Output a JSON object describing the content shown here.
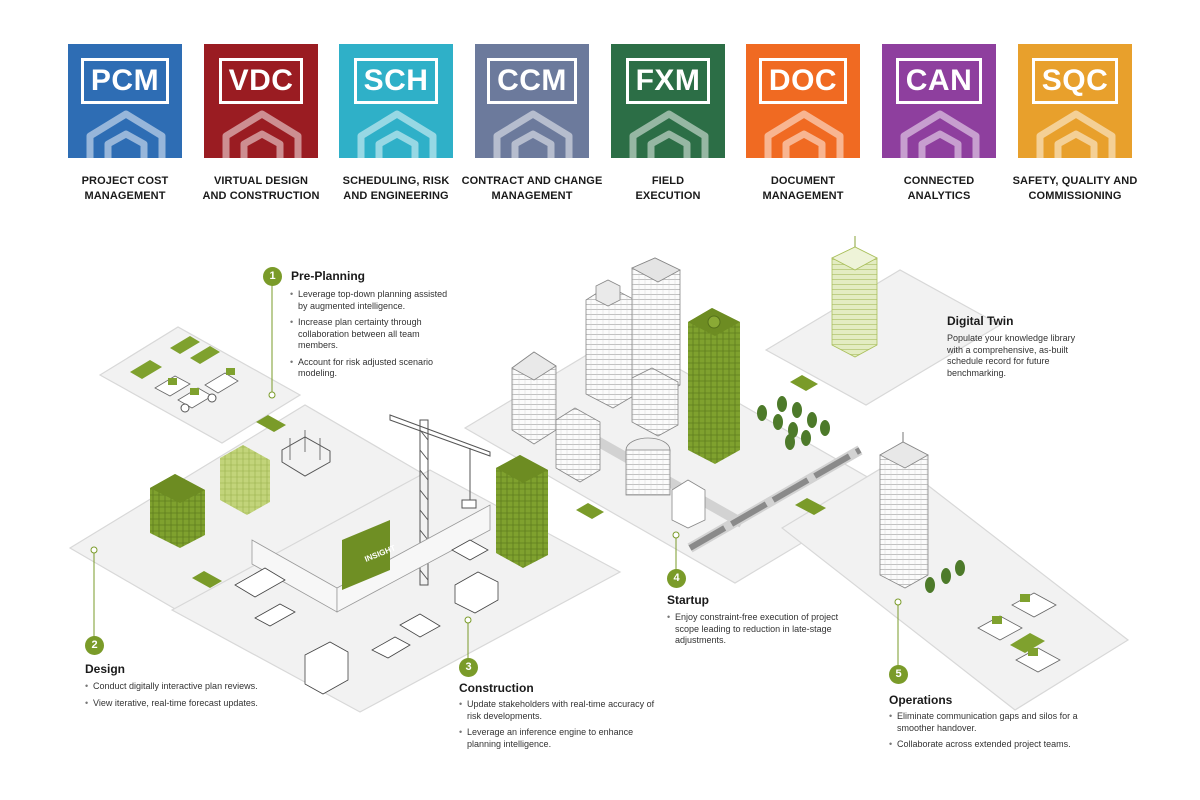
{
  "modules": [
    {
      "code": "PCM",
      "name_l1": "PROJECT COST",
      "name_l2": "MANAGEMENT",
      "color": "#2e6db4"
    },
    {
      "code": "VDC",
      "name_l1": "VIRTUAL DESIGN",
      "name_l2": "AND CONSTRUCTION",
      "color": "#9a1c22"
    },
    {
      "code": "SCH",
      "name_l1": "SCHEDULING, RISK",
      "name_l2": "AND ENGINEERING",
      "color": "#2fb0c8"
    },
    {
      "code": "CCM",
      "name_l1": "CONTRACT AND CHANGE",
      "name_l2": "MANAGEMENT",
      "color": "#6c7a9c"
    },
    {
      "code": "FXM",
      "name_l1": "FIELD",
      "name_l2": "EXECUTION",
      "color": "#2c6e46"
    },
    {
      "code": "DOC",
      "name_l1": "DOCUMENT",
      "name_l2": "MANAGEMENT",
      "color": "#f06a22"
    },
    {
      "code": "CAN",
      "name_l1": "CONNECTED",
      "name_l2": "ANALYTICS",
      "color": "#8e3f9e"
    },
    {
      "code": "SQC",
      "name_l1": "SAFETY, QUALITY AND",
      "name_l2": "COMMISSIONING",
      "color": "#e8a02c"
    }
  ],
  "stages": {
    "preplanning": {
      "number": "1",
      "title": "Pre-Planning",
      "bullets": [
        "Leverage top-down planning assisted by augmented intelligence.",
        "Increase plan certainty through collaboration between all team members.",
        "Account for risk adjusted scenario modeling."
      ]
    },
    "design": {
      "number": "2",
      "title": "Design",
      "bullets": [
        "Conduct digitally interactive plan reviews.",
        "View iterative, real-time forecast updates."
      ]
    },
    "construction": {
      "number": "3",
      "title": "Construction",
      "bullets": [
        "Update stakeholders with real-time accuracy of risk developments.",
        "Leverage an inference engine to enhance planning intelligence."
      ]
    },
    "startup": {
      "number": "4",
      "title": "Startup",
      "bullets": [
        "Enjoy constraint-free execution of project scope leading to reduction in late-stage adjustments."
      ]
    },
    "operations": {
      "number": "5",
      "title": "Operations",
      "bullets": [
        "Eliminate communication gaps and silos for a smoother handover.",
        "Collaborate across extended project teams."
      ]
    },
    "digital_twin": {
      "title": "Digital Twin",
      "text": "Populate your knowledge library with a comprehensive, as-built schedule record for future benchmarking."
    }
  },
  "billboard_text": "INSIGHT",
  "colors": {
    "accent_green": "#7a9b29",
    "platform": "#f2f2f2",
    "platform_edge": "#d8d8d8"
  }
}
